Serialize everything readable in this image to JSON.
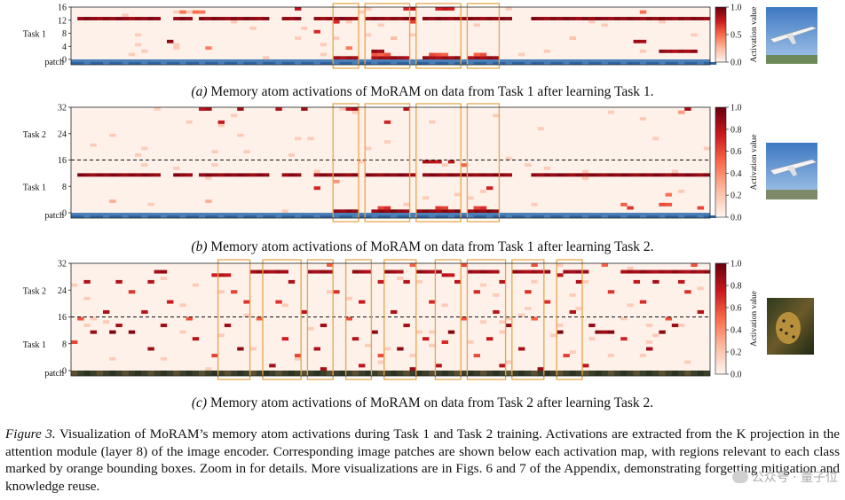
{
  "chart_data": [
    {
      "type": "heatmap",
      "yticks": [
        "0",
        "4",
        "8",
        "12",
        "16"
      ],
      "ylim": [
        0,
        16
      ],
      "row_labels": [
        "Task 1"
      ],
      "patch_label": "patch",
      "colorbar": {
        "label": "Activation value",
        "ticks": [
          "0.0",
          "0.5",
          "1.0"
        ],
        "range": [
          0,
          1
        ]
      },
      "x_columns": 100,
      "boxes": [
        [
          41,
          44
        ],
        [
          46,
          52
        ],
        [
          54,
          60
        ],
        [
          62,
          66
        ]
      ],
      "dashed_line_y": null,
      "cells": [
        {
          "row": 12,
          "cols": [
            [
              1,
              13
            ],
            [
              16,
              18
            ],
            [
              20,
              30
            ],
            [
              33,
              35
            ],
            [
              38,
              44
            ],
            [
              46,
              53
            ],
            [
              55,
              68
            ],
            [
              72,
              99
            ]
          ],
          "v": 0.95
        },
        {
          "row": 11,
          "cols": [
            [
              41,
              41
            ],
            [
              53,
              53
            ]
          ],
          "v": 0.7
        },
        {
          "row": 0,
          "cols": [
            [
              47,
              52
            ],
            [
              55,
              60
            ],
            [
              62,
              66
            ],
            [
              41,
              44
            ]
          ],
          "v": 0.9
        },
        {
          "row": 1,
          "cols": [
            [
              47,
              49
            ],
            [
              56,
              58
            ],
            [
              63,
              64
            ]
          ],
          "v": 0.6
        },
        {
          "row": 5,
          "cols": [
            [
              15,
              15
            ],
            [
              88,
              89
            ]
          ],
          "v": 0.9
        },
        {
          "row": 2,
          "cols": [
            [
              92,
              97
            ],
            [
              47,
              48
            ]
          ],
          "v": 0.9
        },
        {
          "row": 15,
          "cols": [
            [
              35,
              35
            ],
            [
              52,
              53
            ],
            [
              57,
              59
            ]
          ],
          "v": 0.8
        },
        {
          "row": 14,
          "cols": [
            [
              17,
              17
            ],
            [
              19,
              20
            ],
            [
              89,
              89
            ]
          ],
          "v": 0.5
        },
        {
          "row": 8,
          "cols": [
            [
              38,
              38
            ]
          ],
          "v": 0.7
        },
        {
          "row": 6,
          "cols": [
            [
              78,
              78
            ],
            [
              50,
              50
            ]
          ],
          "v": 0.3
        },
        {
          "row": 3,
          "cols": [
            [
              21,
              21
            ],
            [
              43,
              43
            ]
          ],
          "v": 0.45
        }
      ]
    },
    {
      "type": "heatmap",
      "yticks": [
        "0",
        "8",
        "16",
        "24",
        "32"
      ],
      "ylim": [
        0,
        32
      ],
      "row_labels": [
        "Task 2",
        "Task 1"
      ],
      "patch_label": "patch",
      "colorbar": {
        "label": "Activation value",
        "ticks": [
          "0.0",
          "0.2",
          "0.4",
          "0.6",
          "0.8",
          "1.0"
        ],
        "range": [
          0,
          1
        ]
      },
      "x_columns": 100,
      "boxes": [
        [
          41,
          44
        ],
        [
          46,
          52
        ],
        [
          54,
          60
        ],
        [
          62,
          66
        ]
      ],
      "dashed_line_y": 16,
      "cells": [
        {
          "row": 11,
          "cols": [
            [
              1,
              13
            ],
            [
              16,
              18
            ],
            [
              20,
              30
            ],
            [
              33,
              35
            ],
            [
              38,
              44
            ],
            [
              46,
              53
            ],
            [
              55,
              68
            ],
            [
              72,
              99
            ]
          ],
          "v": 0.95
        },
        {
          "row": 15,
          "cols": [
            [
              55,
              57
            ],
            [
              59,
              59
            ]
          ],
          "v": 0.85
        },
        {
          "row": 31,
          "cols": [
            [
              20,
              21
            ],
            [
              26,
              26
            ],
            [
              32,
              32
            ],
            [
              36,
              36
            ],
            [
              43,
              44
            ],
            [
              52,
              52
            ],
            [
              96,
              96
            ]
          ],
          "v": 0.85
        },
        {
          "row": 27,
          "cols": [
            [
              23,
              23
            ],
            [
              49,
              49
            ]
          ],
          "v": 0.8
        },
        {
          "row": 0,
          "cols": [
            [
              41,
              44
            ],
            [
              47,
              52
            ],
            [
              54,
              60
            ],
            [
              62,
              66
            ]
          ],
          "v": 0.95
        },
        {
          "row": 1,
          "cols": [
            [
              48,
              49
            ],
            [
              57,
              58
            ],
            [
              63,
              64
            ],
            [
              87,
              87
            ],
            [
              98,
              98
            ]
          ],
          "v": 0.7
        },
        {
          "row": 2,
          "cols": [
            [
              86,
              86
            ],
            [
              92,
              93
            ]
          ],
          "v": 0.6
        },
        {
          "row": 5,
          "cols": [
            [
              93,
              93
            ]
          ],
          "v": 0.5
        },
        {
          "row": 7,
          "cols": [
            [
              38,
              38
            ],
            [
              65,
              65
            ]
          ],
          "v": 0.75
        },
        {
          "row": 9,
          "cols": [
            [
              41,
              41
            ]
          ],
          "v": 0.45
        },
        {
          "row": 14,
          "cols": [
            [
              61,
              61
            ]
          ],
          "v": 0.6
        },
        {
          "row": 30,
          "cols": [
            [
              95,
              95
            ]
          ],
          "v": 0.35
        },
        {
          "row": 3,
          "cols": [
            [
              6,
              6
            ],
            [
              21,
              21
            ]
          ],
          "v": 0.3
        }
      ]
    },
    {
      "type": "heatmap",
      "yticks": [
        "0",
        "8",
        "16",
        "24",
        "32"
      ],
      "ylim": [
        0,
        32
      ],
      "row_labels": [
        "Task 2",
        "Task 1"
      ],
      "patch_label": "patch",
      "colorbar": {
        "label": "Activation value",
        "ticks": [
          "0.0",
          "0.2",
          "0.4",
          "0.6",
          "0.8",
          "1.0"
        ],
        "range": [
          0,
          1
        ]
      },
      "x_columns": 100,
      "boxes": [
        [
          23,
          27
        ],
        [
          30,
          35
        ],
        [
          37,
          40
        ],
        [
          43,
          46
        ],
        [
          49,
          53
        ],
        [
          57,
          60
        ],
        [
          62,
          67
        ],
        [
          69,
          73
        ],
        [
          76,
          79
        ]
      ],
      "dashed_line_y": 16,
      "cells": [
        {
          "row": 29,
          "cols": [
            [
              13,
              14
            ],
            [
              28,
              33
            ],
            [
              37,
              40
            ],
            [
              44,
              46
            ],
            [
              49,
              51
            ],
            [
              54,
              57
            ],
            [
              62,
              66
            ],
            [
              69,
              74
            ],
            [
              77,
              80
            ],
            [
              86,
              99
            ]
          ],
          "v": 0.9
        },
        {
          "row": 28,
          "cols": [
            [
              22,
              24
            ],
            [
              58,
              59
            ],
            [
              76,
              76
            ]
          ],
          "v": 0.8
        },
        {
          "row": 26,
          "cols": [
            [
              2,
              2
            ],
            [
              7,
              7
            ],
            [
              12,
              12
            ],
            [
              34,
              34
            ],
            [
              48,
              48
            ],
            [
              52,
              52
            ],
            [
              60,
              60
            ],
            [
              67,
              67
            ],
            [
              79,
              79
            ],
            [
              88,
              88
            ],
            [
              91,
              91
            ],
            [
              95,
              95
            ]
          ],
          "v": 0.85
        },
        {
          "row": 23,
          "cols": [
            [
              9,
              9
            ],
            [
              25,
              25
            ],
            [
              41,
              41
            ],
            [
              63,
              63
            ],
            [
              71,
              71
            ],
            [
              84,
              84
            ],
            [
              96,
              96
            ]
          ],
          "v": 0.7
        },
        {
          "row": 20,
          "cols": [
            [
              15,
              15
            ],
            [
              27,
              27
            ],
            [
              32,
              32
            ],
            [
              45,
              45
            ],
            [
              56,
              56
            ],
            [
              74,
              74
            ],
            [
              89,
              89
            ]
          ],
          "v": 0.75
        },
        {
          "row": 17,
          "cols": [
            [
              5,
              5
            ],
            [
              11,
              11
            ],
            [
              36,
              36
            ],
            [
              50,
              50
            ],
            [
              66,
              66
            ],
            [
              78,
              78
            ],
            [
              98,
              98
            ]
          ],
          "v": 0.85
        },
        {
          "row": 15,
          "cols": [
            [
              1,
              1
            ],
            [
              18,
              18
            ],
            [
              29,
              29
            ],
            [
              43,
              43
            ],
            [
              61,
              61
            ],
            [
              72,
              72
            ],
            [
              93,
              93
            ]
          ],
          "v": 0.6
        },
        {
          "row": 13,
          "cols": [
            [
              7,
              7
            ],
            [
              14,
              14
            ],
            [
              24,
              24
            ],
            [
              39,
              39
            ],
            [
              52,
              52
            ],
            [
              68,
              68
            ],
            [
              81,
              81
            ],
            [
              94,
              94
            ]
          ],
          "v": 0.9
        },
        {
          "row": 11,
          "cols": [
            [
              3,
              3
            ],
            [
              6,
              6
            ],
            [
              9,
              9
            ],
            [
              47,
              47
            ],
            [
              59,
              59
            ],
            [
              76,
              76
            ],
            [
              82,
              84
            ],
            [
              92,
              92
            ]
          ],
          "v": 0.95
        },
        {
          "row": 9,
          "cols": [
            [
              19,
              19
            ],
            [
              33,
              33
            ],
            [
              44,
              44
            ],
            [
              55,
              55
            ],
            [
              65,
              65
            ],
            [
              86,
              86
            ]
          ],
          "v": 0.8
        },
        {
          "row": 6,
          "cols": [
            [
              12,
              12
            ],
            [
              26,
              26
            ],
            [
              38,
              38
            ],
            [
              51,
              51
            ],
            [
              70,
              70
            ],
            [
              90,
              90
            ]
          ],
          "v": 0.9
        },
        {
          "row": 4,
          "cols": [
            [
              22,
              22
            ],
            [
              35,
              35
            ],
            [
              48,
              48
            ],
            [
              63,
              63
            ],
            [
              77,
              77
            ]
          ],
          "v": 0.65
        },
        {
          "row": 1,
          "cols": [
            [
              31,
              31
            ],
            [
              45,
              45
            ],
            [
              57,
              57
            ],
            [
              67,
              67
            ],
            [
              80,
              80
            ]
          ],
          "v": 0.85
        },
        {
          "row": 0,
          "cols": [
            [
              39,
              39
            ],
            [
              53,
              53
            ],
            [
              73,
              73
            ]
          ],
          "v": 0.9
        },
        {
          "row": 31,
          "cols": [
            [
              40,
              40
            ],
            [
              53,
              53
            ],
            [
              61,
              61
            ],
            [
              72,
              72
            ],
            [
              83,
              83
            ],
            [
              97,
              97
            ]
          ],
          "v": 0.6
        },
        {
          "row": 8,
          "cols": [
            [
              0,
              0
            ],
            [
              58,
              58
            ]
          ],
          "v": 0.7
        }
      ]
    }
  ],
  "captions": {
    "a_label": "(a)",
    "a_text": "Memory atom activations of MoRAM on data from Task 1 after learning Task 1.",
    "b_label": "(b)",
    "b_text": "Memory atom activations of MoRAM on data from Task 1 after learning Task 2.",
    "c_label": "(c)",
    "c_text": "Memory atom activations of MoRAM on data from Task 2 after learning Task 2."
  },
  "figure_caption": {
    "label": "Figure 3.",
    "text": "Visualization of MoRAM’s memory atom activations during Task 1 and Task 2 training. Activations are extracted from the K projection in the attention module (layer 8) of the image encoder. Corresponding image patches are shown below each activation map, with regions relevant to each class marked by orange bounding boxes. Zoom in for details. More visualizations are in Figs. 6 and 7 of the Appendix, demonstrating forgetting mitigation and knowledge reuse."
  },
  "watermark": "公众号 · 量子位",
  "colors": {
    "background_cell": "#fdf1ea",
    "max_activation": "#6b0a13",
    "box": "#e8a64a",
    "patch_sky": "#4a7fb8",
    "patch_jungle": "#3b3f2a"
  },
  "thumbnails": [
    "airplane-photo",
    "airplane-photo",
    "leopard-photo"
  ]
}
